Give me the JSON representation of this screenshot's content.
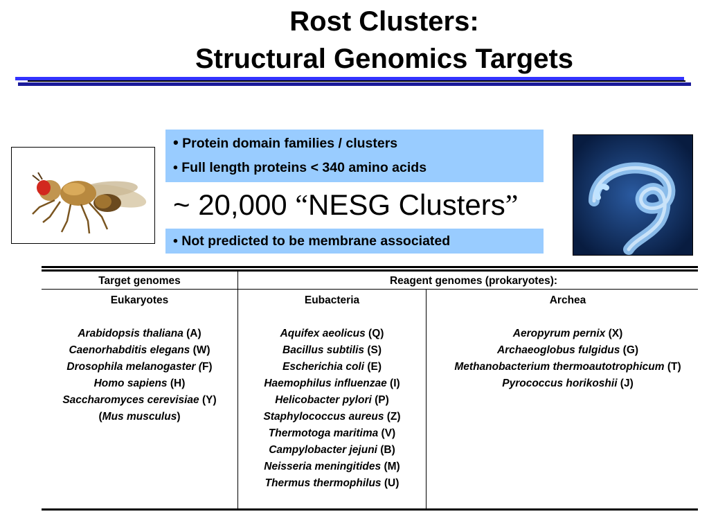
{
  "title": {
    "line1": "Rost Clusters:",
    "line2": "Structural Genomics Targets"
  },
  "criteria": {
    "bullet_glyph": "•",
    "item1": "Protein domain families / clusters",
    "item2": "• Full length proteins < 340 amino acids",
    "headline_prefix": "~ 20,000 ",
    "headline_open_quote": "“",
    "headline_text": "NESG Clusters",
    "headline_close_quote": "”",
    "item3": "• Not predicted to be membrane associated"
  },
  "images": {
    "left": "fruit-fly-image",
    "right": "nematode-worm-image"
  },
  "table": {
    "header_target": "Target genomes",
    "header_reagent": "Reagent genomes (prokaryotes):",
    "col1_heading": "Eukaryotes",
    "col2_heading": "Eubacteria",
    "col3_heading": "Archea",
    "eukaryotes": [
      {
        "species": "Arabidopsis thaliana",
        "code": " (A)"
      },
      {
        "species": "Caenorhabditis elegans",
        "code": " (W)"
      },
      {
        "species": "Drosophila melanogaster (",
        "code": "F)"
      },
      {
        "species": "Homo sapiens",
        "code": " (H)"
      },
      {
        "species": "Saccharomyces cerevisiae",
        "code": " (Y)"
      },
      {
        "pre": "(",
        "species": "Mus musculus",
        "code": ")"
      }
    ],
    "eubacteria": [
      {
        "species": "Aquifex aeolicus",
        "code": " (Q)"
      },
      {
        "species": "Bacillus subtilis",
        "code": " (S)"
      },
      {
        "species": "Escherichia coli",
        "code": " (E)"
      },
      {
        "species": "Haemophilus influenzae",
        "code": " (I)"
      },
      {
        "species": "Helicobacter pylori",
        "code": " (P)"
      },
      {
        "species": "Staphylococcus aureus",
        "code": " (Z)"
      },
      {
        "species": "Thermotoga maritima",
        "code": " (V)"
      },
      {
        "species": "Campylobacter jejuni",
        "code": " (B)"
      },
      {
        "species": "Neisseria meningitides",
        "code": " (M)"
      },
      {
        "species": "Thermus thermophilus",
        "code": " (U)"
      }
    ],
    "archea": [
      {
        "species": "Aeropyrum pernix",
        "code": " (X)"
      },
      {
        "species": "Archaeoglobus fulgidus",
        "code": " (G)"
      },
      {
        "species": "Methanobacterium thermoautotrophicum",
        "code": " (T)"
      },
      {
        "species": "Pyrococcus horikoshii",
        "code": " (J)"
      }
    ]
  },
  "colors": {
    "box_fill": "#99ccff",
    "rule_blue": "#3333ff"
  }
}
